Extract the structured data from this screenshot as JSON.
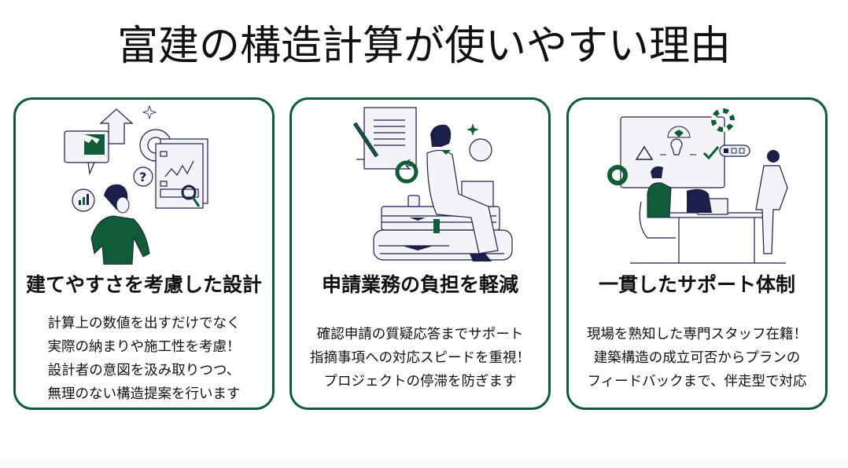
{
  "page": {
    "title": "富建の構造計算が使いやすい理由",
    "accent_color": "#0f5c36",
    "ink_color": "#1b1f4a"
  },
  "cards": [
    {
      "illustration": "woman-thinking-with-charts-illustration",
      "heading": "建てやすさを考慮した設計",
      "lines": [
        "計算上の数値を出すだけでなく",
        "実際の納まりや施工性を考慮！",
        "設計者の意図を汲み取りつつ、",
        "無理のない構造提案を行います"
      ]
    },
    {
      "illustration": "woman-working-on-books-illustration",
      "heading": "申請業務の負担を軽減",
      "lines": [
        "確認申請の質疑応答までサポート",
        "指摘事項への対応スピードを重視！",
        "プロジェクトの停滞を防ぎます"
      ]
    },
    {
      "illustration": "team-meeting-support-illustration",
      "heading": "一貫したサポート体制",
      "lines": [
        "現場を熟知した専門スタッフ在籍！",
        "建築構造の成立可否からプランの",
        "フィードバックまで、伴走型で対応"
      ]
    }
  ]
}
